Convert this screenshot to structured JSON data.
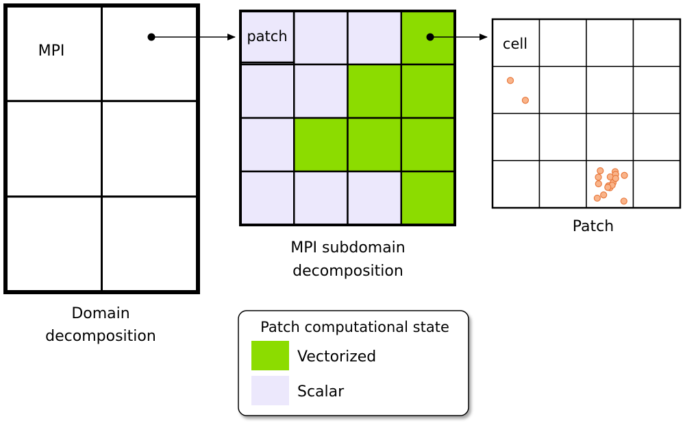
{
  "colors": {
    "vectorized": "#8cdc00",
    "scalar": "#ece8fc",
    "particle_fill": "#f9b48a",
    "particle_stroke": "#e8783c",
    "line": "#000000"
  },
  "domain": {
    "rows": 3,
    "cols": 2,
    "cell_label": "MPI",
    "caption_line1": "Domain",
    "caption_line2": "decomposition"
  },
  "subdomain": {
    "rows": 4,
    "cols": 4,
    "patch_label": "patch",
    "caption_line1": "MPI subdomain",
    "caption_line2": "decomposition",
    "states": [
      [
        "scalar",
        "scalar",
        "scalar",
        "vectorized"
      ],
      [
        "scalar",
        "scalar",
        "vectorized",
        "vectorized"
      ],
      [
        "scalar",
        "vectorized",
        "vectorized",
        "vectorized"
      ],
      [
        "scalar",
        "scalar",
        "scalar",
        "vectorized"
      ]
    ]
  },
  "patch": {
    "rows": 4,
    "cols": 4,
    "cell_label": "cell",
    "caption": "Patch",
    "particles_per_cell": [
      [
        0,
        0,
        0,
        0
      ],
      [
        2,
        0,
        0,
        0
      ],
      [
        0,
        0,
        0,
        0
      ],
      [
        0,
        0,
        16,
        0
      ]
    ]
  },
  "legend": {
    "title": "Patch computational state",
    "items": [
      {
        "label": "Vectorized",
        "state": "vectorized"
      },
      {
        "label": "Scalar",
        "state": "scalar"
      }
    ]
  }
}
